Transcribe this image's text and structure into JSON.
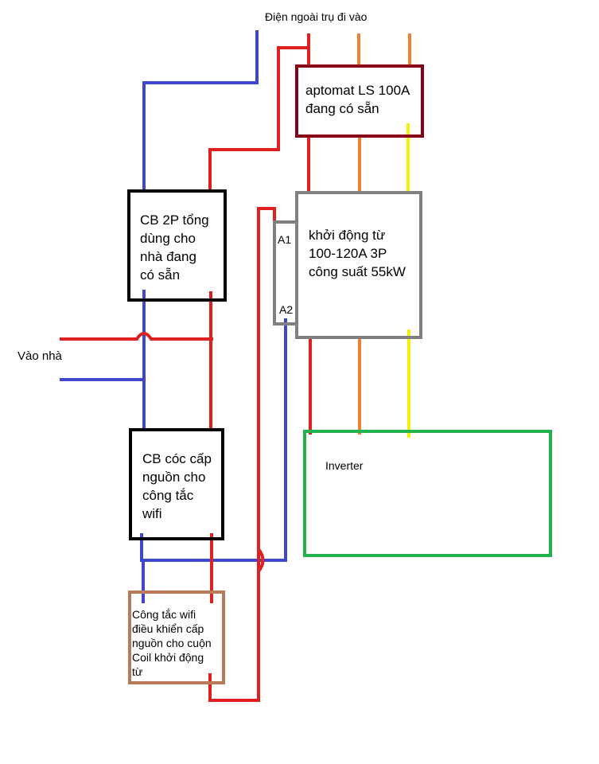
{
  "labels": {
    "incoming": "Điện ngoài trụ đi vào",
    "house": "Vào nhà",
    "aptomat": "aptomat LS 100A\nđang có sẵn",
    "cb_main": "CB 2P tổng\ndùng cho\nnhà đang\ncó sẵn",
    "cb_wifi": "CB cóc cấp\nnguồn cho\ncông tắc\nwifi",
    "contactor": "khởi động từ\n100-120A 3P\ncông suất 55kW",
    "a1": "A1",
    "a2": "A2",
    "wifi_switch": "Công tắc wifi\nđiều khiển cấp\nnguồn cho cuộn\nCoil khởi động\ntừ",
    "inverter": "Inverter"
  },
  "colors": {
    "red": "#e02020",
    "blue": "#3f48cc",
    "orange": "#f08030",
    "yellow": "#f5f000",
    "aptomat_border": "#880015",
    "contactor_border": "#808080",
    "inverter_border": "#22b14c",
    "cb_border": "#000000",
    "wifi_border": "#b97a57"
  }
}
